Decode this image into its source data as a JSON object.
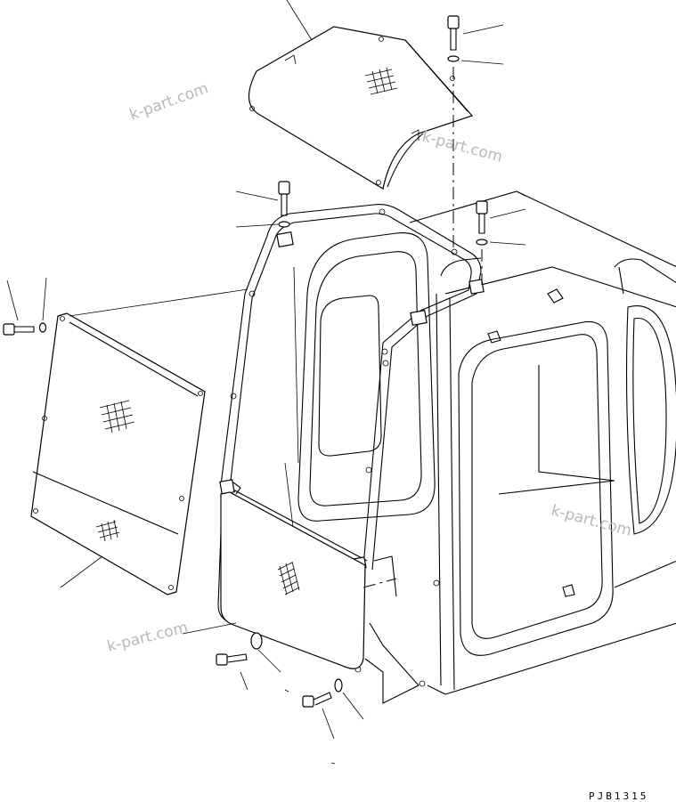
{
  "drawing": {
    "code": "PJB1315"
  },
  "watermarks": [
    {
      "text": "k-part.com"
    },
    {
      "text": "k-part.com"
    },
    {
      "text": "k-part.com"
    },
    {
      "text": "k-part.com"
    }
  ]
}
